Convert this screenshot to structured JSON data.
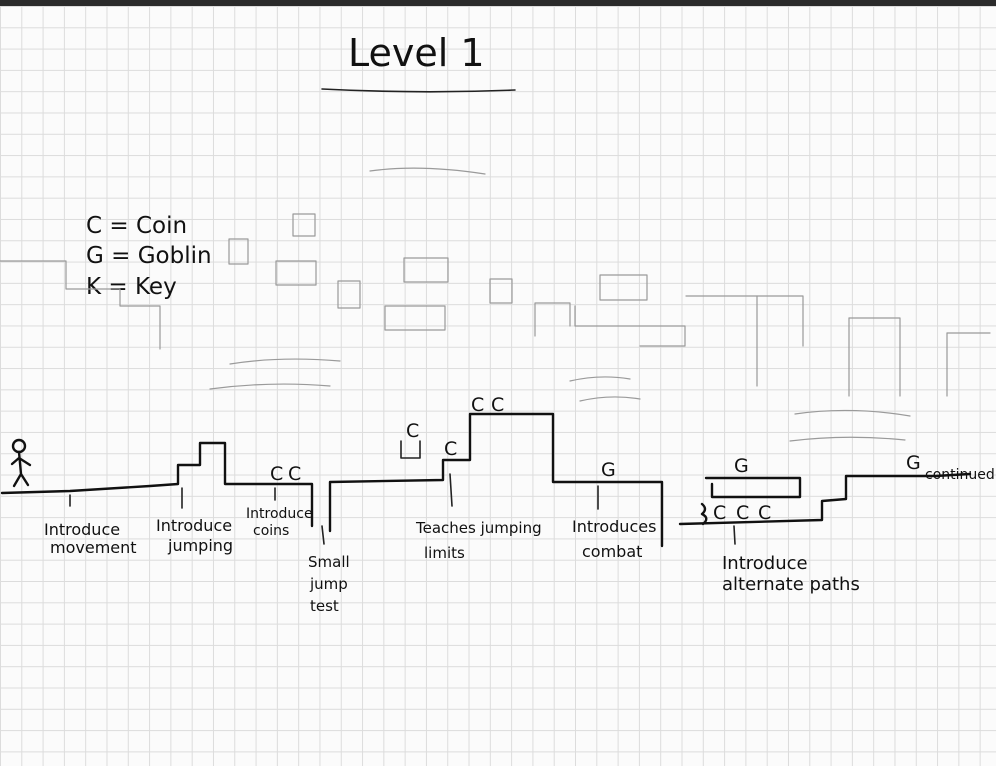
{
  "title": "Level 1",
  "legend": {
    "coin": "C = Coin",
    "goblin": "G = Goblin",
    "key": "K = Key"
  },
  "markers": {
    "coin": "C",
    "goblin": "G"
  },
  "annotations": {
    "movement": [
      "Introduce",
      "movement"
    ],
    "jumping": [
      "Introduce",
      "jumping"
    ],
    "coins": [
      "Introduce",
      "coins"
    ],
    "small_jump": [
      "Small",
      "jump",
      "test"
    ],
    "jump_limits": [
      "Teaches jumping",
      "limits"
    ],
    "combat": [
      "Introduces",
      "combat"
    ],
    "alt_paths": [
      "Introduce",
      "alternate paths"
    ],
    "continued": "continued"
  },
  "colors": {
    "ink": "#111111",
    "ghost_ink": "#9a9a9a",
    "paper": "#fbfbfb",
    "grid": "#dcdcdc"
  }
}
